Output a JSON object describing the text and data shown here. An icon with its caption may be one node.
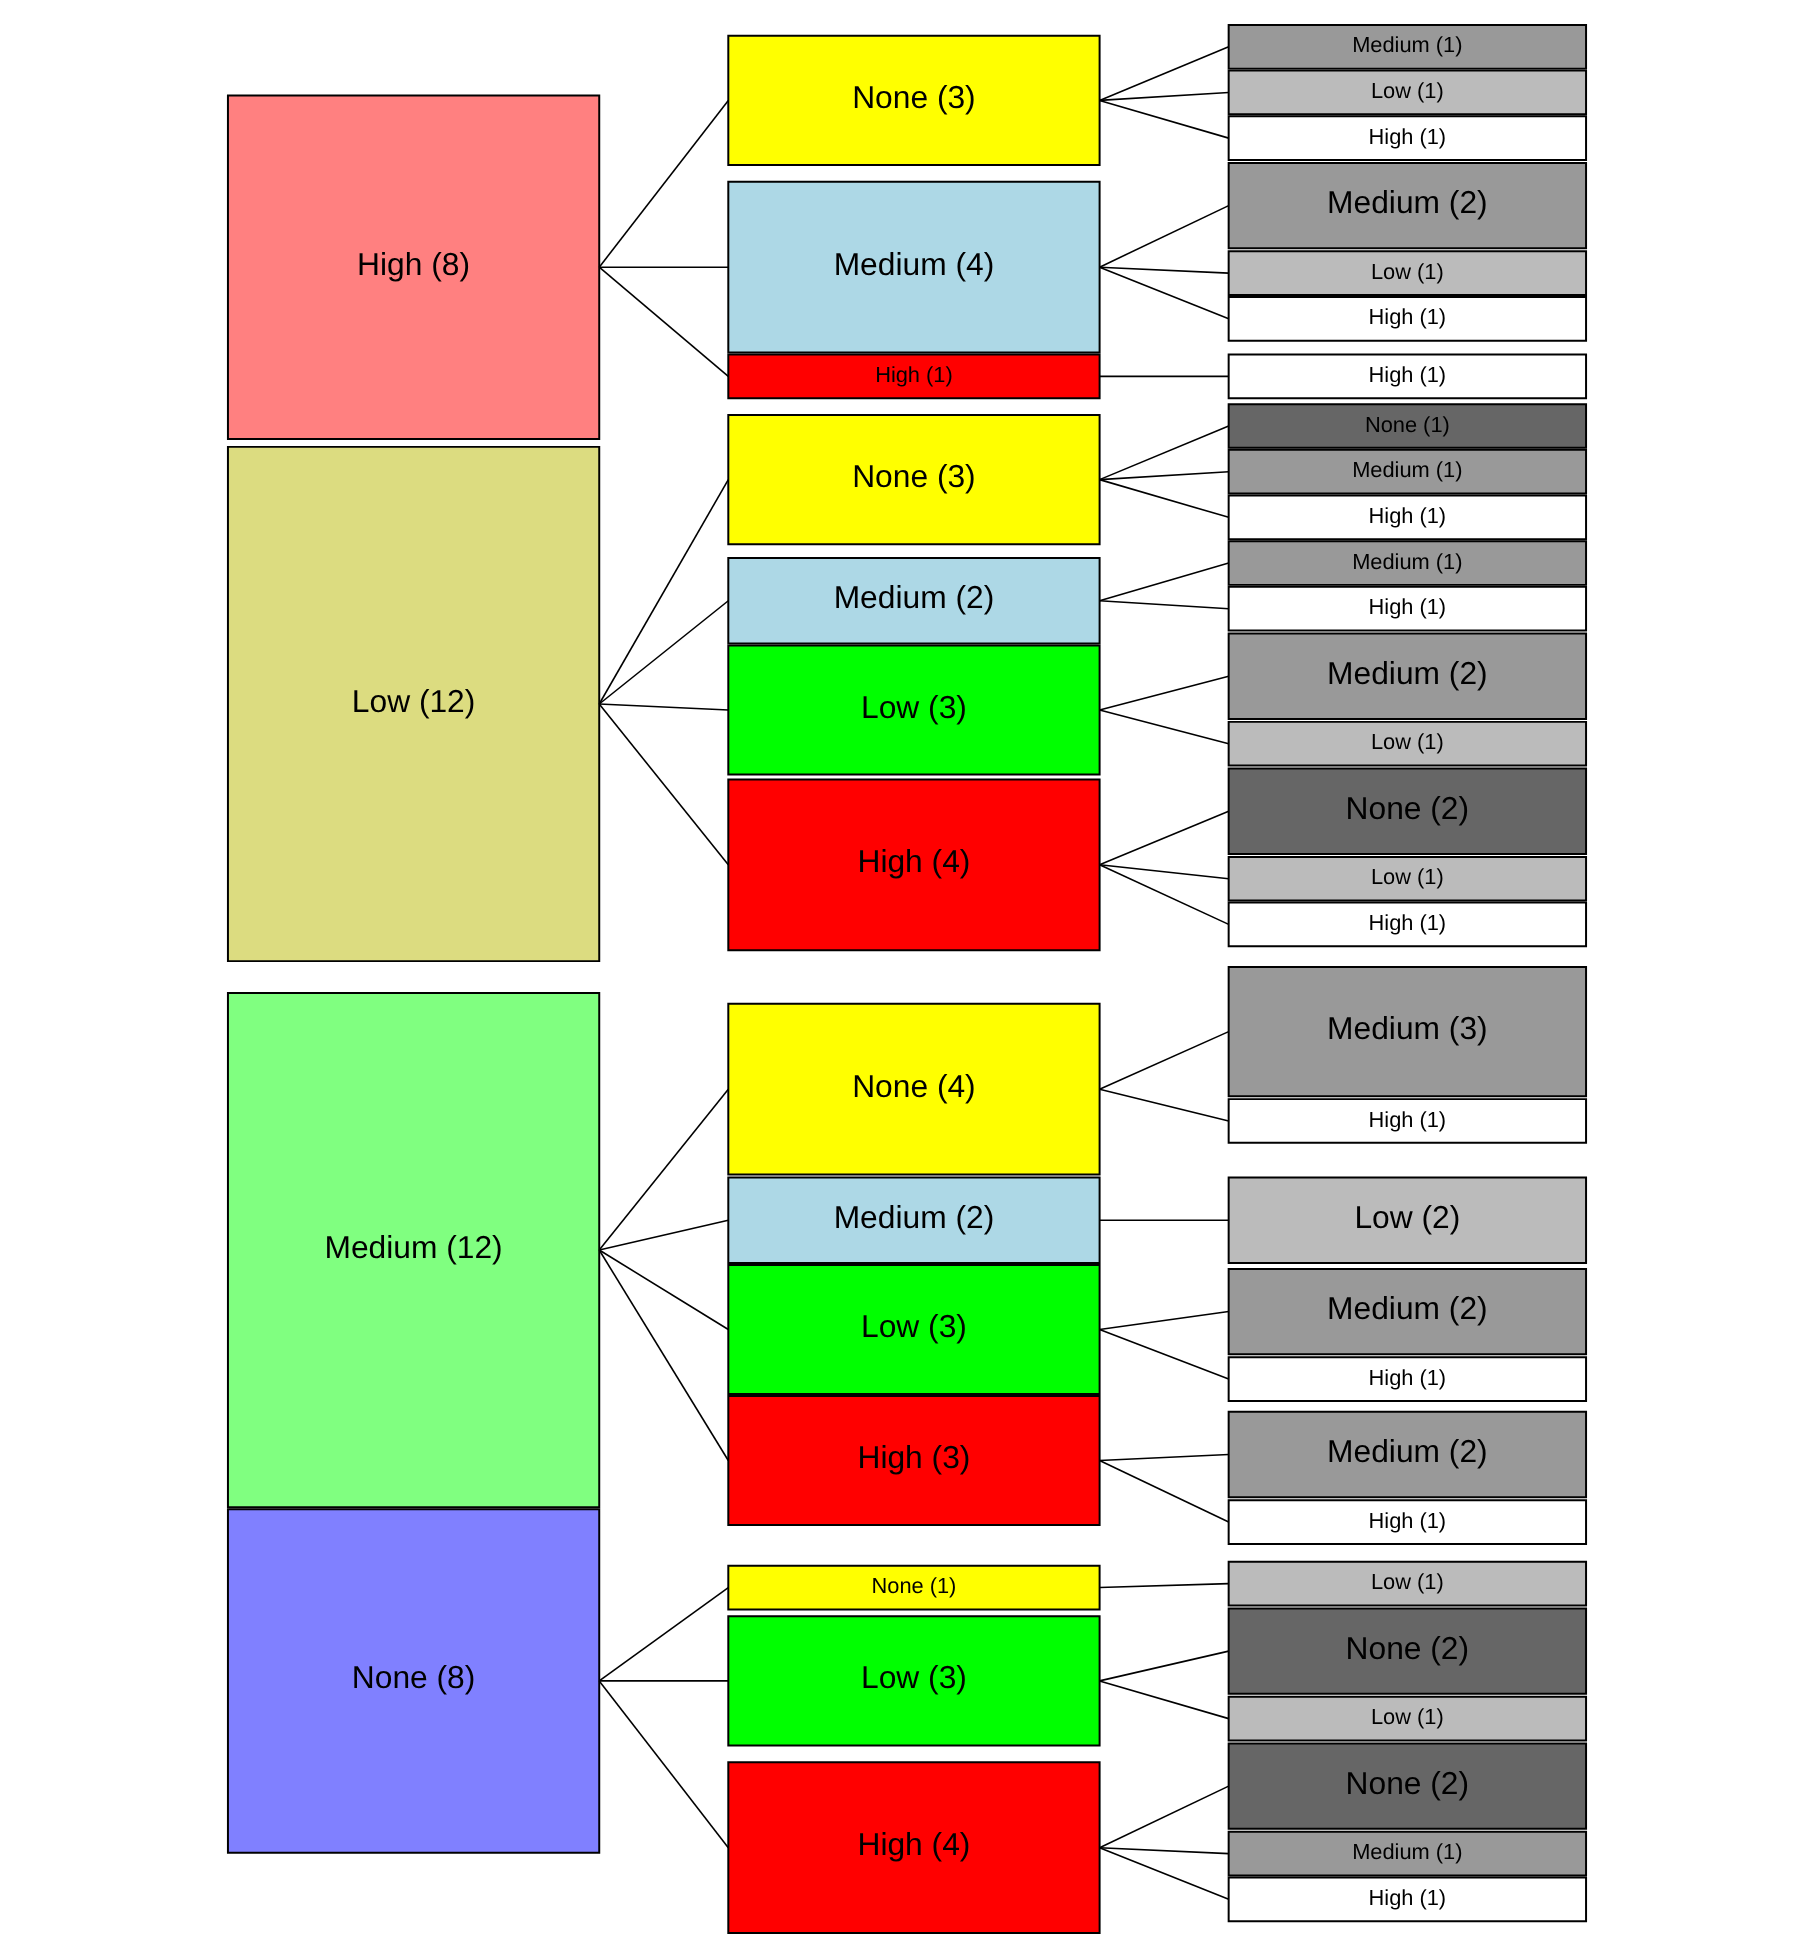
{
  "diagram": {
    "nodes": [
      {
        "text": [
          "High (8)"
        ]
      },
      {
        "text": [
          "Low (12)"
        ]
      },
      {
        "text": [
          "Medium (12)"
        ]
      },
      {
        "text": [
          "None (8)"
        ]
      },
      {
        "text": [
          "High (1)"
        ]
      },
      {
        "text": [
          "Medium (4)"
        ]
      },
      {
        "text": [
          "None (3)"
        ]
      },
      {
        "text": [
          "High (4)"
        ]
      },
      {
        "text": [
          "Low (3)"
        ]
      },
      {
        "text": [
          "Medium (2)"
        ]
      },
      {
        "text": [
          "None (3)"
        ]
      },
      {
        "text": [
          "High (3)"
        ]
      },
      {
        "text": [
          "Low (3)"
        ]
      },
      {
        "text": [
          "Medium (2)"
        ]
      },
      {
        "text": [
          "None (4)"
        ]
      },
      {
        "text": [
          "High (4)"
        ]
      },
      {
        "text": [
          "Low (3)"
        ]
      },
      {
        "text": [
          "None (1)"
        ]
      },
      {
        "text": [
          "High (1)"
        ]
      },
      {
        "text": [
          "High (1)"
        ]
      },
      {
        "text": [
          "Low (1)"
        ]
      },
      {
        "text": [
          "Medium (2)"
        ]
      },
      {
        "text": [
          "High (1)"
        ]
      },
      {
        "text": [
          "Low (1)"
        ]
      },
      {
        "text": [
          "Medium (1)"
        ]
      },
      {
        "text": [
          "High (1)"
        ]
      },
      {
        "text": [
          "Low (1)"
        ]
      },
      {
        "text": [
          "None (2)"
        ]
      },
      {
        "text": [
          "Low (1)"
        ]
      },
      {
        "text": [
          "Medium (2)"
        ]
      },
      {
        "text": [
          "High (1)"
        ]
      },
      {
        "text": [
          "Medium (1)"
        ]
      },
      {
        "text": [
          "High (1)"
        ]
      },
      {
        "text": [
          "Medium (1)"
        ]
      },
      {
        "text": [
          "None (1)"
        ]
      },
      {
        "text": [
          "High (1)"
        ]
      },
      {
        "text": [
          "Medium (2)"
        ]
      },
      {
        "text": [
          "High (1)"
        ]
      },
      {
        "text": [
          "Medium (2)"
        ]
      },
      {
        "text": [
          "Low (2)"
        ]
      },
      {
        "text": [
          "High (1)"
        ]
      },
      {
        "text": [
          "Medium (3)"
        ]
      },
      {
        "text": [
          "High (1)"
        ]
      },
      {
        "text": [
          "Medium (1)"
        ]
      },
      {
        "text": [
          "None (2)"
        ]
      },
      {
        "text": [
          "Low (1)"
        ]
      },
      {
        "text": [
          "None (2)"
        ]
      },
      {
        "text": [
          "Low (1)"
        ]
      }
    ],
    "edges": [
      {
        "from": 0,
        "to": 4,
        "arrow": "none"
      },
      {
        "from": 0,
        "to": 5,
        "arrow": "none"
      },
      {
        "from": 0,
        "to": 6,
        "arrow": "none"
      },
      {
        "from": 1,
        "to": 7,
        "arrow": "none"
      },
      {
        "from": 1,
        "to": 8,
        "arrow": "none"
      },
      {
        "from": 1,
        "to": 9,
        "arrow": "none"
      },
      {
        "from": 1,
        "to": 10,
        "arrow": "none"
      },
      {
        "from": 2,
        "to": 11,
        "arrow": "none"
      },
      {
        "from": 2,
        "to": 12,
        "arrow": "none"
      },
      {
        "from": 2,
        "to": 13,
        "arrow": "none"
      },
      {
        "from": 2,
        "to": 14,
        "arrow": "none"
      },
      {
        "from": 3,
        "to": 15,
        "arrow": "none"
      },
      {
        "from": 3,
        "to": 16,
        "arrow": "none"
      },
      {
        "from": 3,
        "to": 17,
        "arrow": "none"
      },
      {
        "from": 4,
        "to": 18,
        "arrow": "none"
      },
      {
        "from": 5,
        "to": 19,
        "arrow": "none"
      },
      {
        "from": 5,
        "to": 20,
        "arrow": "none"
      },
      {
        "from": 5,
        "to": 21,
        "arrow": "none"
      },
      {
        "from": 6,
        "to": 22,
        "arrow": "none"
      },
      {
        "from": 6,
        "to": 23,
        "arrow": "none"
      },
      {
        "from": 6,
        "to": 24,
        "arrow": "none"
      },
      {
        "from": 7,
        "to": 25,
        "arrow": "none"
      },
      {
        "from": 7,
        "to": 26,
        "arrow": "none"
      },
      {
        "from": 7,
        "to": 27,
        "arrow": "none"
      },
      {
        "from": 8,
        "to": 28,
        "arrow": "none"
      },
      {
        "from": 8,
        "to": 29,
        "arrow": "none"
      },
      {
        "from": 9,
        "to": 30,
        "arrow": "none"
      },
      {
        "from": 9,
        "to": 31,
        "arrow": "none"
      },
      {
        "from": 10,
        "to": 32,
        "arrow": "none"
      },
      {
        "from": 10,
        "to": 33,
        "arrow": "none"
      },
      {
        "from": 10,
        "to": 34,
        "arrow": "none"
      },
      {
        "from": 11,
        "to": 35,
        "arrow": "none"
      },
      {
        "from": 11,
        "to": 36,
        "arrow": "none"
      },
      {
        "from": 12,
        "to": 37,
        "arrow": "none"
      },
      {
        "from": 12,
        "to": 38,
        "arrow": "none"
      },
      {
        "from": 13,
        "to": 39,
        "arrow": "none"
      },
      {
        "from": 14,
        "to": 40,
        "arrow": "none"
      },
      {
        "from": 14,
        "to": 41,
        "arrow": "none"
      },
      {
        "from": 15,
        "to": 42,
        "arrow": "none"
      },
      {
        "from": 15,
        "to": 43,
        "arrow": "none"
      },
      {
        "from": 15,
        "to": 44,
        "arrow": "none"
      },
      {
        "from": 16,
        "to": 45,
        "arrow": "none"
      },
      {
        "from": 16,
        "to": 46,
        "arrow": "none"
      },
      {
        "from": 17,
        "to": 47,
        "arrow": "none"
      }
    ]
  }
}
